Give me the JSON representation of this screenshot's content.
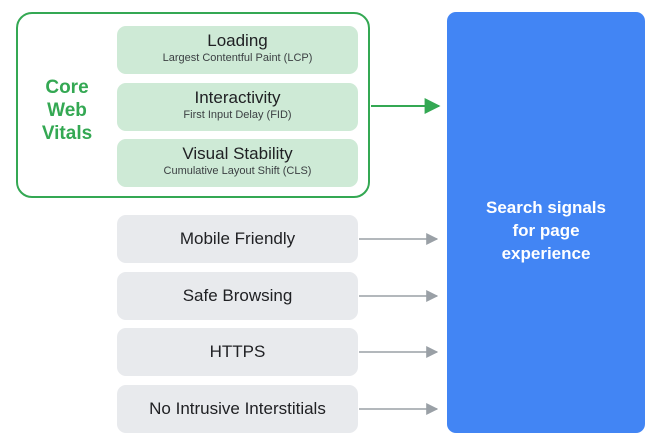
{
  "core_web_vitals": {
    "label_lines": [
      "Core",
      "Web",
      "Vitals"
    ],
    "metrics": [
      {
        "title": "Loading",
        "subtitle": "Largest Contentful Paint (LCP)"
      },
      {
        "title": "Interactivity",
        "subtitle": "First Input Delay (FID)"
      },
      {
        "title": "Visual Stability",
        "subtitle": "Cumulative Layout Shift (CLS)"
      }
    ]
  },
  "other_signals": [
    "Mobile Friendly",
    "Safe Browsing",
    "HTTPS",
    "No Intrusive Interstitials"
  ],
  "target": {
    "lines": [
      "Search signals",
      "for page",
      "experience"
    ]
  },
  "colors": {
    "green": "#34a853",
    "green_fill": "#ceead6",
    "gray_fill": "#e8eaed",
    "blue": "#4285f4",
    "arrow_gray": "#9aa0a6"
  }
}
